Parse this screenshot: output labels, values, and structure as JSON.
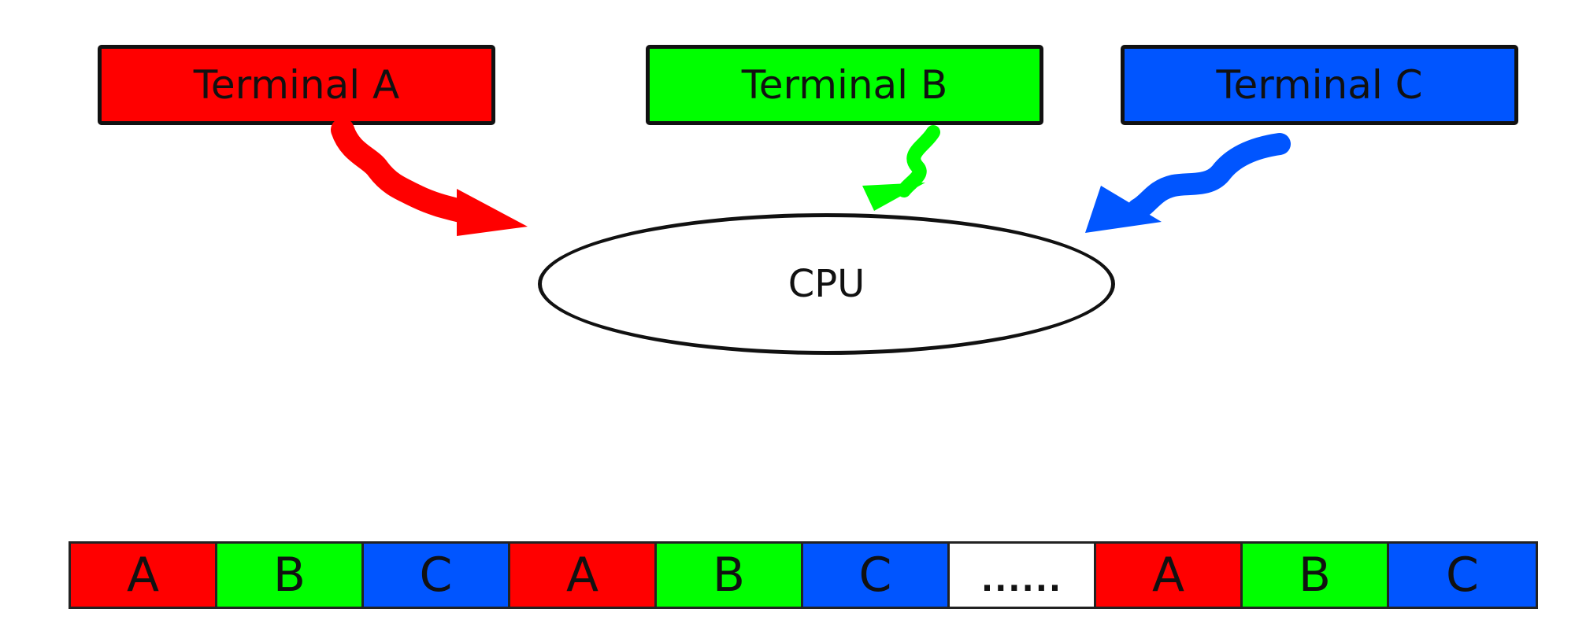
{
  "terminals": [
    {
      "label": "Terminal A",
      "color": "#ff0000"
    },
    {
      "label": "Terminal B",
      "color": "#00ff00"
    },
    {
      "label": "Terminal C",
      "color": "#0055ff"
    }
  ],
  "cpu": {
    "label": "CPU"
  },
  "timeline": [
    {
      "label": "A",
      "color": "#ff0000"
    },
    {
      "label": "B",
      "color": "#00ff00"
    },
    {
      "label": "C",
      "color": "#0055ff"
    },
    {
      "label": "A",
      "color": "#ff0000"
    },
    {
      "label": "B",
      "color": "#00ff00"
    },
    {
      "label": "C",
      "color": "#0055ff"
    },
    {
      "label": "......",
      "color": "#ffffff"
    },
    {
      "label": "A",
      "color": "#ff0000"
    },
    {
      "label": "B",
      "color": "#00ff00"
    },
    {
      "label": "C",
      "color": "#0055ff"
    }
  ]
}
